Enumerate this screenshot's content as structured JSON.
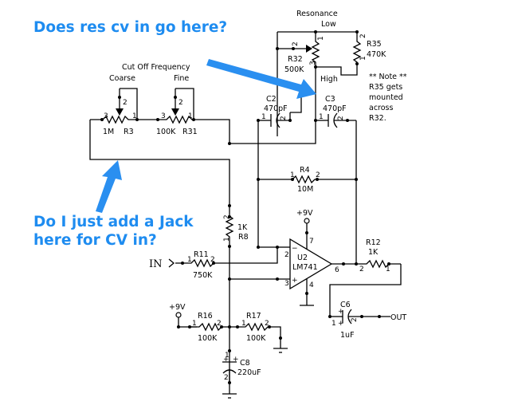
{
  "annotations": {
    "top_question": "Does res cv in go here?",
    "bottom_question_line1": "Do I just add a Jack",
    "bottom_question_line2": "here for CV in?",
    "color": "#1e8cf0"
  },
  "labels": {
    "resonance": "Resonance",
    "low": "Low",
    "high": "High",
    "cutoff": "Cut Off Frequency",
    "coarse": "Coarse",
    "fine": "Fine",
    "note": [
      "** Note **",
      "R35 gets",
      "mounted",
      "across",
      "R32."
    ],
    "in": "IN",
    "out": "OUT",
    "vcc1": "+9V",
    "vcc2": "+9V"
  },
  "components": {
    "R3": {
      "ref": "R3",
      "value": "1M"
    },
    "R31": {
      "ref": "R31",
      "value": "100K"
    },
    "R32": {
      "ref": "R32",
      "value": "500K"
    },
    "R35": {
      "ref": "R35",
      "value": "470K"
    },
    "C2": {
      "ref": "C2",
      "value": "470pF"
    },
    "C3": {
      "ref": "C3",
      "value": "470pF"
    },
    "R4": {
      "ref": "R4",
      "value": "10M"
    },
    "R8": {
      "ref": "R8",
      "value": "1K"
    },
    "R11": {
      "ref": "R11",
      "value": "750K"
    },
    "U2": {
      "ref": "U2",
      "value": "LM741"
    },
    "R12": {
      "ref": "R12",
      "value": "1K"
    },
    "C6": {
      "ref": "C6",
      "value": "1uF"
    },
    "R16": {
      "ref": "R16",
      "value": "100K"
    },
    "R17": {
      "ref": "R17",
      "value": "100K"
    },
    "C8": {
      "ref": "C8",
      "value": "220uF"
    }
  },
  "pins": {
    "one": "1",
    "two": "2",
    "three": "3",
    "four": "4",
    "six": "6",
    "seven": "7",
    "plus": "+",
    "minus": "−"
  }
}
